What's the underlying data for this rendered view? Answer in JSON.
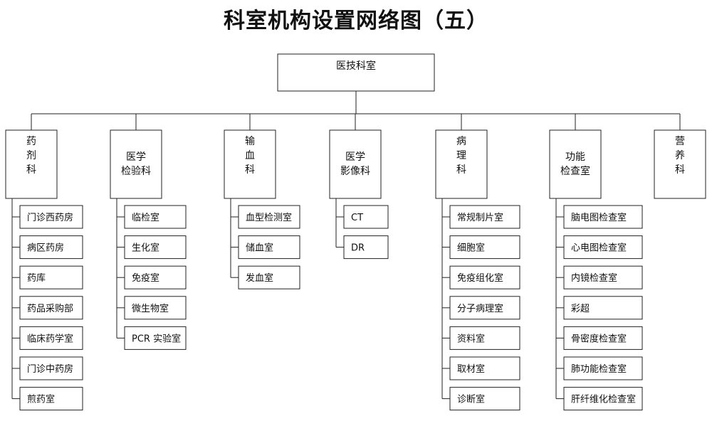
{
  "title": "科室机构设置网络图（五）",
  "root": {
    "label": "医技科室"
  },
  "departments": [
    {
      "lines": [
        "药",
        "剂",
        "科"
      ],
      "children": [
        "门诊西药房",
        "病区药房",
        "药库",
        "药品采购部",
        "临床药学室",
        "门诊中药房",
        "煎药室"
      ]
    },
    {
      "lines": [
        "医学",
        "检验科"
      ],
      "children": [
        "临检室",
        "生化室",
        "免疫室",
        "微生物室",
        "PCR 实验室"
      ]
    },
    {
      "lines": [
        "输",
        "血",
        "科"
      ],
      "children": [
        "血型检测室",
        "储血室",
        "发血室"
      ]
    },
    {
      "lines": [
        "医学",
        "影像科"
      ],
      "children": [
        "CT",
        "DR"
      ]
    },
    {
      "lines": [
        "病",
        "理",
        "科"
      ],
      "children": [
        "常规制片室",
        "细胞室",
        "免疫组化室",
        "分子病理室",
        "资料室",
        "取材室",
        "诊断室"
      ]
    },
    {
      "lines": [
        "功能",
        "检查室"
      ],
      "children": [
        "脑电图检查室",
        "心电图检查室",
        "内镜检查室",
        "彩超",
        "骨密度检查室",
        "肺功能检查室",
        "肝纤维化检查室"
      ]
    },
    {
      "lines": [
        "营",
        "养",
        "科"
      ],
      "children": []
    }
  ]
}
